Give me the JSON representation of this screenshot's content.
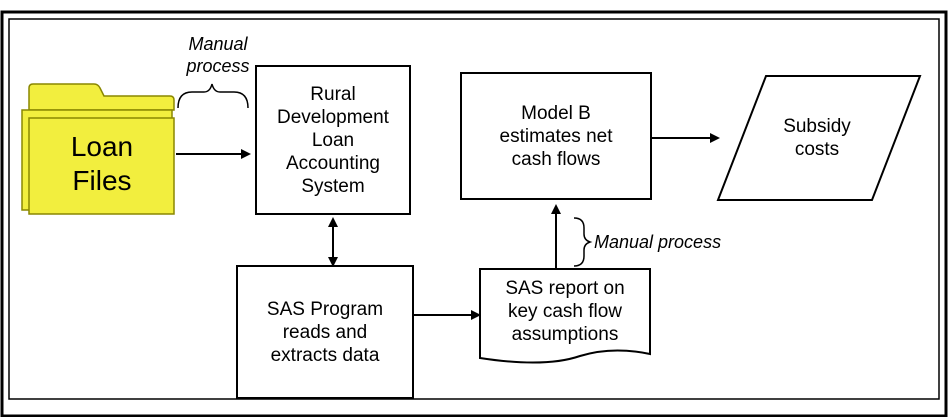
{
  "header": {
    "title": ""
  },
  "nodes": {
    "loan_files": {
      "label": "Loan\nFiles",
      "color": "#F2EE3E"
    },
    "rural_development": {
      "label": "Rural\nDevelopment\nLoan\nAccounting\nSystem"
    },
    "model_b": {
      "label": "Model B\nestimates net\ncash flows"
    },
    "subsidy": {
      "label": "Subsidy\ncosts"
    },
    "sas_program": {
      "label": "SAS Program\nreads and\nextracts data"
    },
    "sas_report": {
      "label": "SAS report on\nkey cash flow\nassumptions"
    }
  },
  "annotations": {
    "manual_process_top": "Manual\nprocess",
    "manual_process_right": "Manual process"
  }
}
